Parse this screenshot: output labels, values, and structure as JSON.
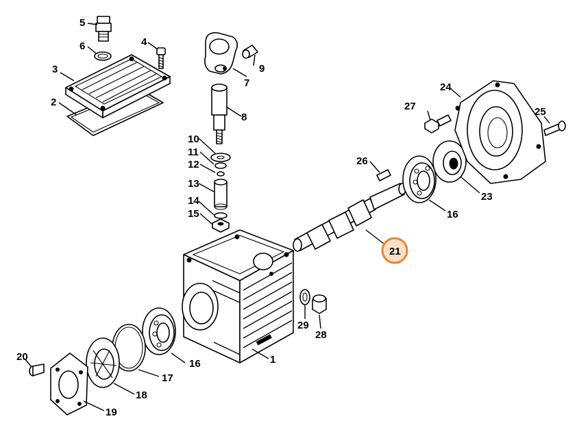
{
  "parts": {
    "p1": "1",
    "p2": "2",
    "p3": "3",
    "p4": "4",
    "p5": "5",
    "p6": "6",
    "p7": "7",
    "p8": "8",
    "p9": "9",
    "p10": "10",
    "p11": "11",
    "p12": "12",
    "p13": "13",
    "p14": "14",
    "p15": "15",
    "p16a": "16",
    "p16b": "16",
    "p17": "17",
    "p18": "18",
    "p19": "19",
    "p20": "20",
    "p21": "21",
    "p23": "23",
    "p24": "24",
    "p25": "25",
    "p26": "26",
    "p27": "27",
    "p28": "28",
    "p29": "29"
  },
  "highlight": {
    "part": "21",
    "color": "#e8862f"
  }
}
